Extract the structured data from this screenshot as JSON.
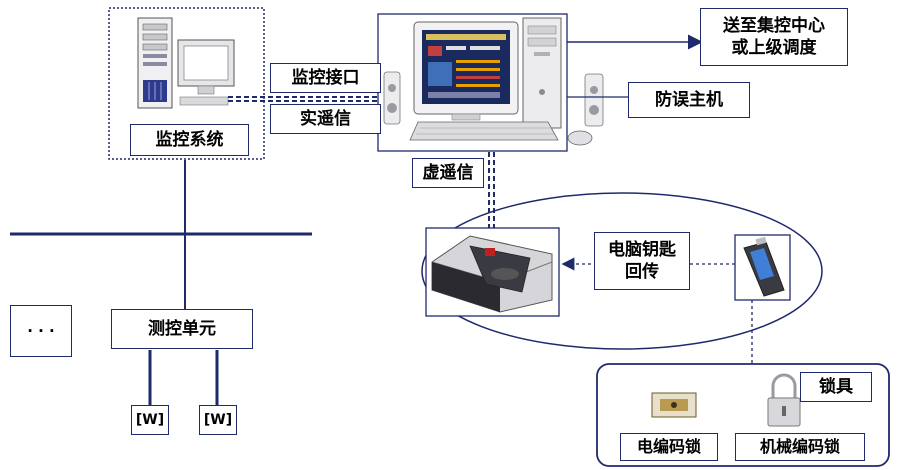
{
  "labels": {
    "monitor_system": "监控系统",
    "monitor_interface": "监控接口",
    "real_remote_signal": "实遥信",
    "virtual_remote_signal": "虚遥信",
    "anti_misoperation_host": "防误主机",
    "send_to_center_line1": "送至集控中心",
    "send_to_center_line2": "或上级调度",
    "computer_key_return_line1": "电脑钥匙",
    "computer_key_return_line2": "回传",
    "measure_control_unit": "测控单元",
    "dots": "· · ·",
    "terminal_left": "[W]",
    "terminal_right": "[W]",
    "lock_item": "锁具",
    "electric_code_lock": "电编码锁",
    "mechanical_code_lock": "机械编码锁"
  },
  "icons": {
    "server_pc": "server-computer-icon",
    "main_pc": "desktop-computer-icon",
    "key_dock": "key-charging-dock-icon",
    "computer_key": "computer-key-icon",
    "electric_lock": "electric-lock-icon",
    "padlock": "padlock-icon"
  },
  "colors": {
    "line": "#1f2a6b",
    "box_border": "#1f2a6b"
  }
}
